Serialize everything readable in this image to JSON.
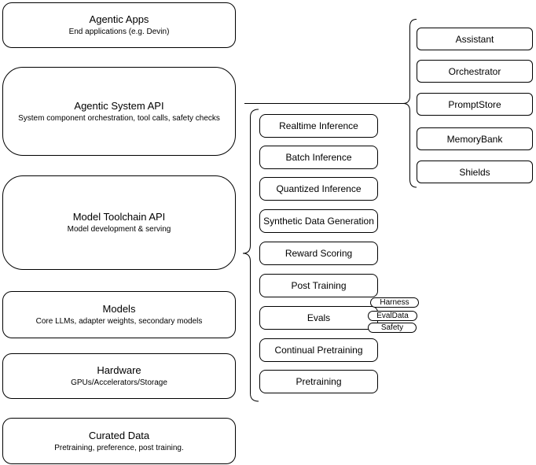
{
  "layers": [
    {
      "title": "Agentic Apps",
      "subtitle": "End applications (e.g. Devin)"
    },
    {
      "title": "Agentic System API",
      "subtitle": "System component orchestration, tool calls, safety checks"
    },
    {
      "title": "Model Toolchain API",
      "subtitle": "Model development & serving"
    },
    {
      "title": "Models",
      "subtitle": "Core LLMs, adapter weights, secondary models"
    },
    {
      "title": "Hardware",
      "subtitle": "GPUs/Accelerators/Storage"
    },
    {
      "title": "Curated Data",
      "subtitle": "Pretraining, preference, post training."
    }
  ],
  "toolchain_services": [
    "Realtime Inference",
    "Batch Inference",
    "Quantized Inference",
    "Synthetic Data Generation",
    "Reward Scoring",
    "Post Training",
    "Evals",
    "Continual Pretraining",
    "Pretraining"
  ],
  "eval_tags": [
    "Harness",
    "EvalData",
    "Safety"
  ],
  "system_components": [
    "Assistant",
    "Orchestrator",
    "PromptStore",
    "MemoryBank",
    "Shields"
  ],
  "colors": {
    "stroke": "#000000",
    "fill": "#ffffff",
    "text": "#000000"
  }
}
